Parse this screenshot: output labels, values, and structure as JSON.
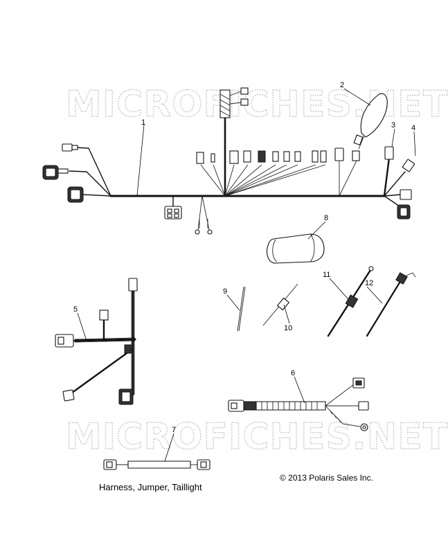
{
  "watermark": {
    "text": "MICROFICHES.NET"
  },
  "callouts": [
    {
      "id": "1",
      "label": "1"
    },
    {
      "id": "2",
      "label": "2"
    },
    {
      "id": "3",
      "label": "3"
    },
    {
      "id": "4",
      "label": "4"
    },
    {
      "id": "5",
      "label": "5"
    },
    {
      "id": "6",
      "label": "6"
    },
    {
      "id": "7",
      "label": "7"
    },
    {
      "id": "8",
      "label": "8"
    },
    {
      "id": "9",
      "label": "9"
    },
    {
      "id": "10",
      "label": "10"
    },
    {
      "id": "11",
      "label": "11"
    },
    {
      "id": "12",
      "label": "12"
    }
  ],
  "captions": {
    "part_description": "Harness, Jumper, Taillight",
    "copyright": "© 2013 Polaris Sales Inc."
  },
  "colors": {
    "line": "#111111",
    "watermark": "#c9c9c9"
  }
}
